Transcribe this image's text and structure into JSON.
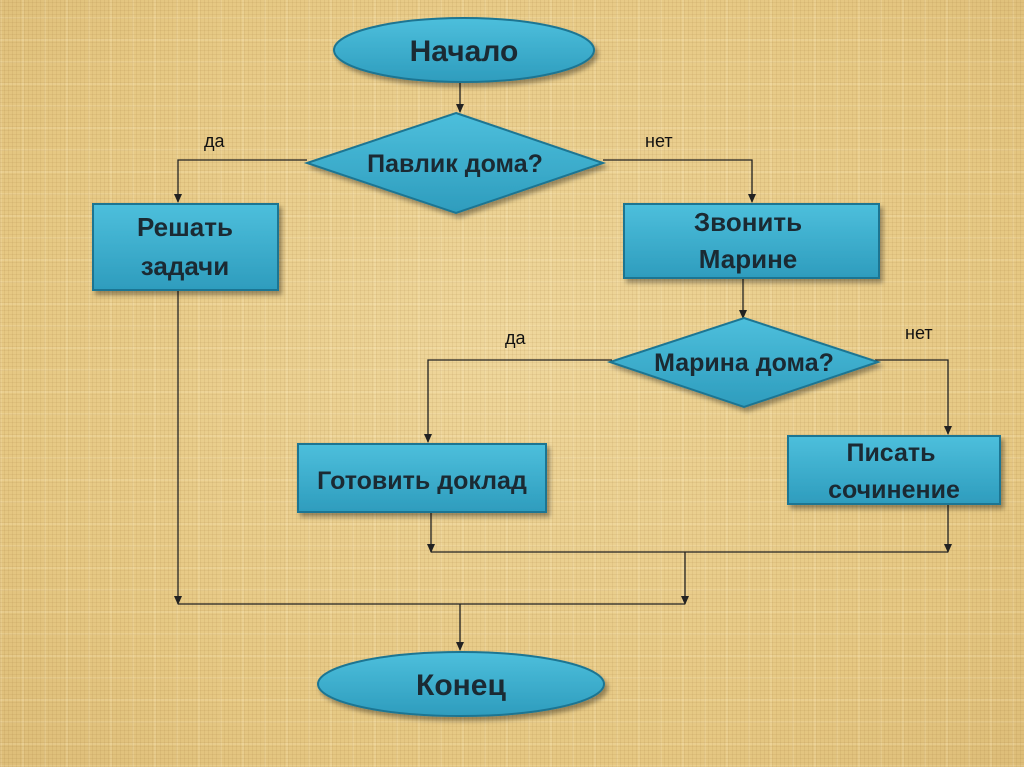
{
  "colors": {
    "shape_fill": "#35a9c9",
    "shape_stroke": "#1e7592",
    "line": "#222222",
    "background": "#e9cf8f"
  },
  "nodes": {
    "start": "Начало",
    "decision1": "Павлик дома?",
    "solve_line1": "Решать",
    "solve_line2": "задачи",
    "call_line1": "Звонить",
    "call_line2": "Марине",
    "decision2": "Марина дома?",
    "report": "Готовить доклад",
    "essay_line1": "Писать",
    "essay_line2": "сочинение",
    "end": "Конец"
  },
  "labels": {
    "d1_yes": "да",
    "d1_no": "нет",
    "d2_yes": "да",
    "d2_no": "нет"
  }
}
